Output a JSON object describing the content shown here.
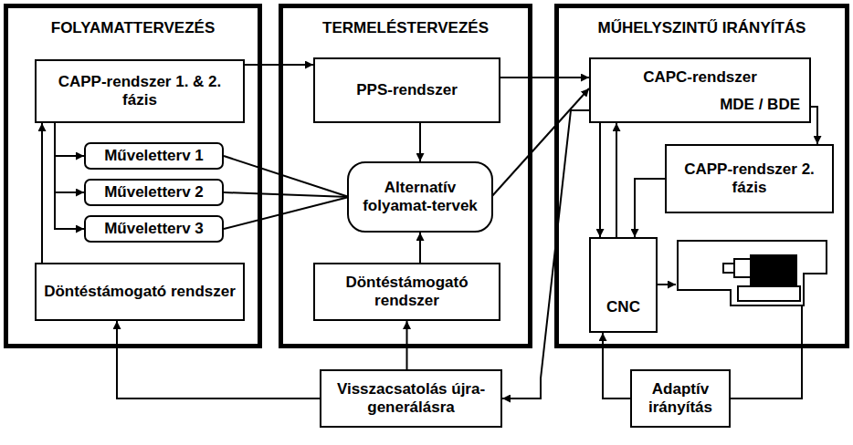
{
  "diagram": {
    "nodes": [
      {
        "text": [
          "FOLYAMATTERVEZÉS"
        ]
      },
      {
        "text": [
          "CAPP-rendszer 1. & 2. fázis"
        ],
        "in": 0
      },
      {
        "text": [
          "Műveletterv 1"
        ],
        "in": 0
      },
      {
        "text": [
          "Műveletterv 2"
        ],
        "in": 0
      },
      {
        "text": [
          "Műveletterv 3"
        ],
        "in": 0
      },
      {
        "text": [
          "Döntéstámogató rendszer"
        ],
        "in": 0
      },
      {
        "text": [
          "TERMELÉSTERVEZÉS"
        ]
      },
      {
        "text": [
          "PPS-rendszer"
        ],
        "in": 6
      },
      {
        "text": [
          "Alternatív folyamat-tervek"
        ],
        "in": 6
      },
      {
        "text": [
          "Döntéstámogató rendszer"
        ],
        "in": 6
      },
      {
        "text": [
          "MŰHELYSZINTŰ IRÁNYÍTÁS"
        ]
      },
      {
        "text": [
          "CAPC-rendszer",
          "MDE / BDE"
        ],
        "in": 10
      },
      {
        "text": [
          "CAPP-rendszer 2. fázis"
        ],
        "in": 10
      },
      {
        "text": [
          "CNC"
        ],
        "in": 10
      },
      {
        "text": [
          "Visszacsatolás újra-generálásra"
        ]
      },
      {
        "text": [
          "Adaptív irányítás"
        ]
      }
    ],
    "edges": [
      {
        "from": 1,
        "to": 7,
        "arrow": "to"
      },
      {
        "from": 7,
        "to": 11,
        "arrow": "to"
      },
      {
        "from": 1,
        "to": 2,
        "arrow": "to"
      },
      {
        "from": 1,
        "to": 3,
        "arrow": "to"
      },
      {
        "from": 1,
        "to": 4,
        "arrow": "to"
      },
      {
        "from": 2,
        "to": 8,
        "arrow": "none"
      },
      {
        "from": 3,
        "to": 8,
        "arrow": "none"
      },
      {
        "from": 4,
        "to": 8,
        "arrow": "none"
      },
      {
        "from": 7,
        "to": 8,
        "arrow": "to"
      },
      {
        "from": 9,
        "to": 8,
        "arrow": "to"
      },
      {
        "from": 8,
        "to": 11,
        "arrow": "to"
      },
      {
        "from": 5,
        "to": 1,
        "arrow": "to"
      },
      {
        "from": 11,
        "to": 12,
        "arrow": "to"
      },
      {
        "from": 11,
        "to": 13,
        "arrow": "to"
      },
      {
        "from": 13,
        "to": 11,
        "arrow": "to"
      },
      {
        "from": 12,
        "to": 13,
        "arrow": "to"
      },
      {
        "from": 15,
        "to": 13,
        "arrow": "to"
      },
      {
        "from": 14,
        "to": 5,
        "arrow": "to"
      },
      {
        "from": 14,
        "to": 9,
        "arrow": "to"
      },
      {
        "from": 11,
        "to": 14,
        "arrow": "to"
      }
    ]
  }
}
